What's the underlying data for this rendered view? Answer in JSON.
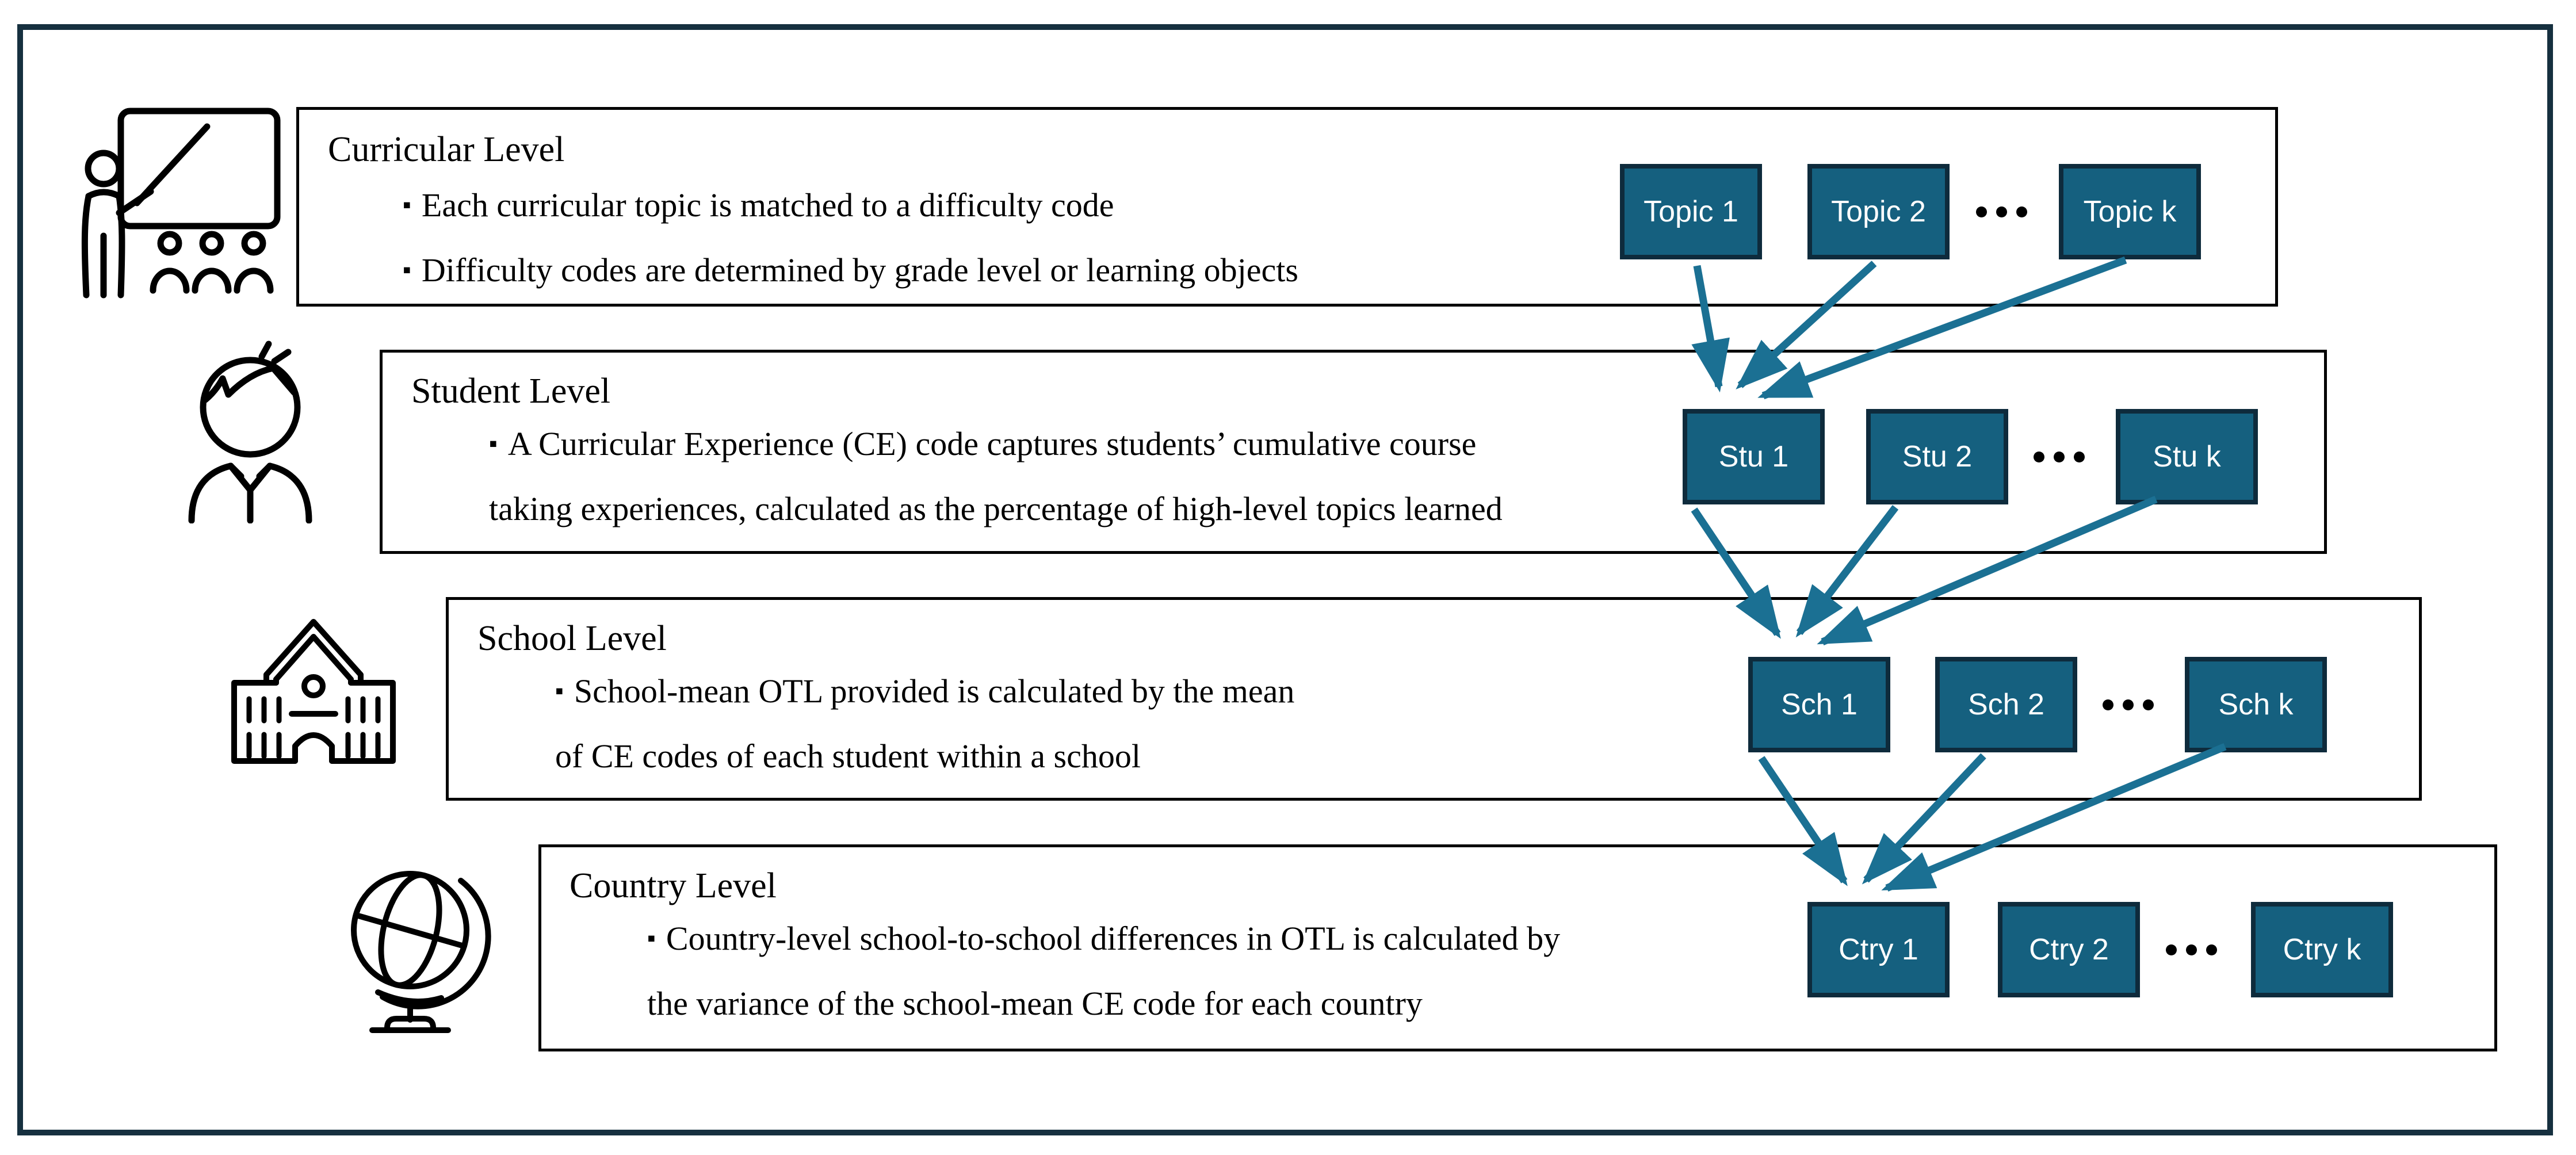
{
  "colors": {
    "outer": "#16303F",
    "boxline": "#000000",
    "chipfill": "#15607F",
    "chipline": "#0E2B3C",
    "arrow": "#1B7093",
    "ink": "#000000",
    "chiptext": "#FFFFFF",
    "paper": "#FFFFFF"
  },
  "bullet_marker": "▪",
  "levels": [
    {
      "title": "Curricular Level",
      "icon": "teacher-icon",
      "bullets": [
        "Each curricular topic is matched to a difficulty code",
        "Difficulty codes are determined by grade level or learning objects"
      ],
      "chips": [
        "Topic 1",
        "Topic 2",
        "Topic k"
      ]
    },
    {
      "title": "Student Level",
      "icon": "student-icon",
      "bullets": [
        "A Curricular Experience (CE) code captures students’ cumulative course\ntaking experiences, calculated as the percentage of high-level topics learned"
      ],
      "chips": [
        "Stu 1",
        "Stu 2",
        "Stu k"
      ]
    },
    {
      "title": "School Level",
      "icon": "school-icon",
      "bullets": [
        "School-mean OTL provided is calculated by the mean\nof CE codes of each student within a school"
      ],
      "chips": [
        "Sch 1",
        "Sch 2",
        "Sch k"
      ]
    },
    {
      "title": "Country Level",
      "icon": "globe-icon",
      "bullets": [
        "Country-level school-to-school differences in OTL is calculated by\nthe variance of the school-mean CE code for each country"
      ],
      "chips": [
        "Ctry 1",
        "Ctry 2",
        "Ctry k"
      ]
    }
  ]
}
